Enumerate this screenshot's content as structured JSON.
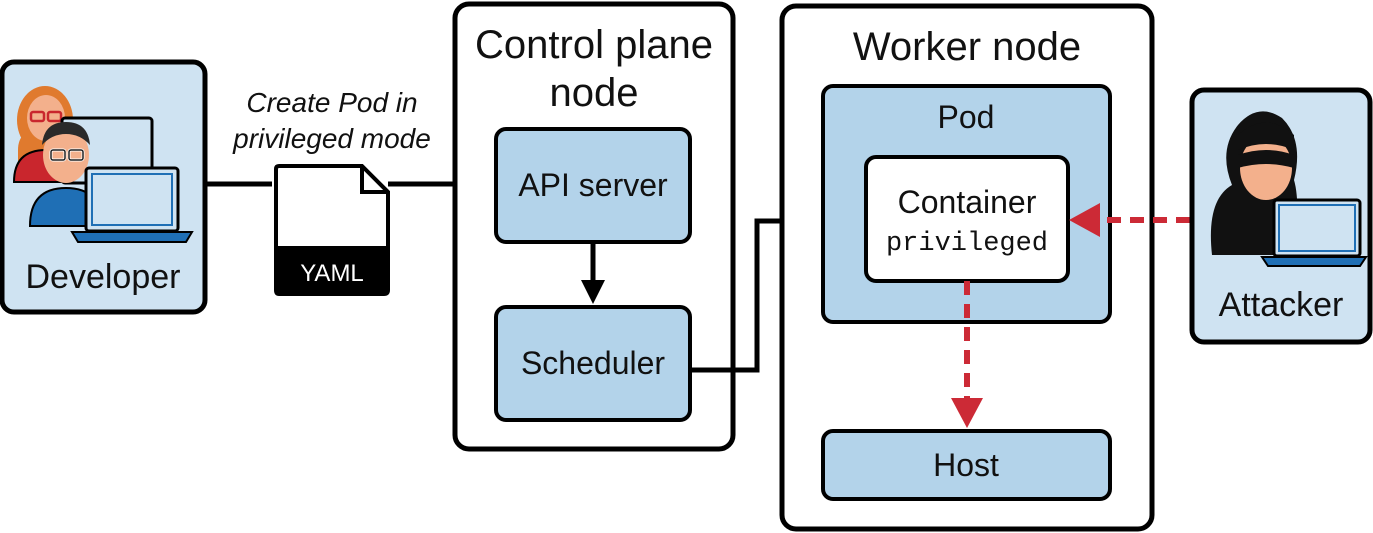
{
  "developer": {
    "label": "Developer"
  },
  "annotation": {
    "line1": "Create Pod in",
    "line2": "privileged mode"
  },
  "yaml_file": {
    "label": "YAML"
  },
  "control_plane": {
    "title_line1": "Control plane",
    "title_line2": "node",
    "api_server": "API server",
    "scheduler": "Scheduler"
  },
  "worker_node": {
    "title": "Worker node",
    "pod": "Pod",
    "container": "Container",
    "container_mode": "privileged",
    "host": "Host"
  },
  "attacker": {
    "label": "Attacker"
  },
  "colors": {
    "box_fill": "#b3d3ea",
    "panel_fill": "#cfe3f2",
    "stroke": "#000000",
    "attack_red": "#cc2a36",
    "laptop_blue": "#1f6fb5"
  }
}
